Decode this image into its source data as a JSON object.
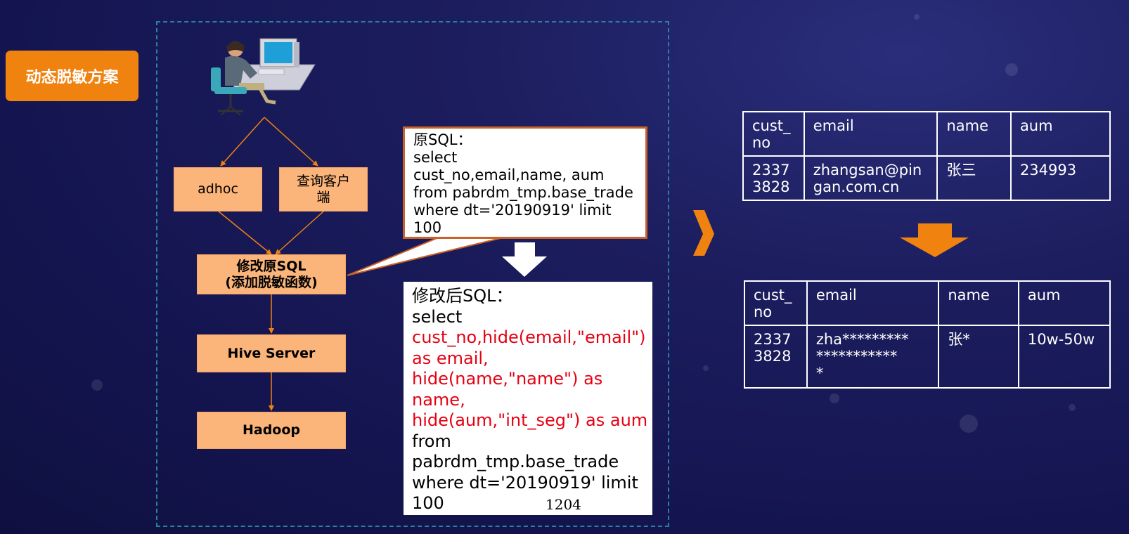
{
  "badge": "动态脱敏方案",
  "flow": {
    "adhoc": "adhoc",
    "client_line1": "查询客户",
    "client_line2": "端",
    "modify_line1": "修改原SQL",
    "modify_line2": "(添加脱敏函数)",
    "hive": "Hive Server",
    "hadoop": "Hadoop"
  },
  "original_sql": {
    "lines": [
      "原SQL：",
      "select",
      "cust_no,email,name, aum",
      "from pabrdm_tmp.base_trade",
      "where dt='20190919' limit",
      "100"
    ]
  },
  "modified_sql": {
    "lines": [
      "修改后SQL：",
      "select",
      "cust_no,hide(email,\"email\")",
      "as email,",
      "hide(name,\"name\") as",
      "name,",
      "hide(aum,\"int_seg\") as aum",
      "from",
      "pabrdm_tmp.base_trade",
      "where dt='20190919' limit",
      "100"
    ]
  },
  "page_number": "1204",
  "table_before": {
    "headers": [
      "cust_\nno",
      "email",
      "name",
      "aum"
    ],
    "row": [
      "2337\n3828",
      "zhangsan@pin\ngan.com.cn",
      "张三",
      "234993"
    ]
  },
  "table_after": {
    "headers": [
      "cust_\nno",
      "email",
      "name",
      "aum"
    ],
    "row": [
      "2337\n3828",
      "zha*********\n***********\n*",
      "张*",
      "10w-50w"
    ]
  },
  "colors": {
    "accent_orange": "#f0820f",
    "box_fill": "#fbb47a",
    "highlight_red": "#e60012",
    "dashed_border": "#2b7fa0"
  }
}
